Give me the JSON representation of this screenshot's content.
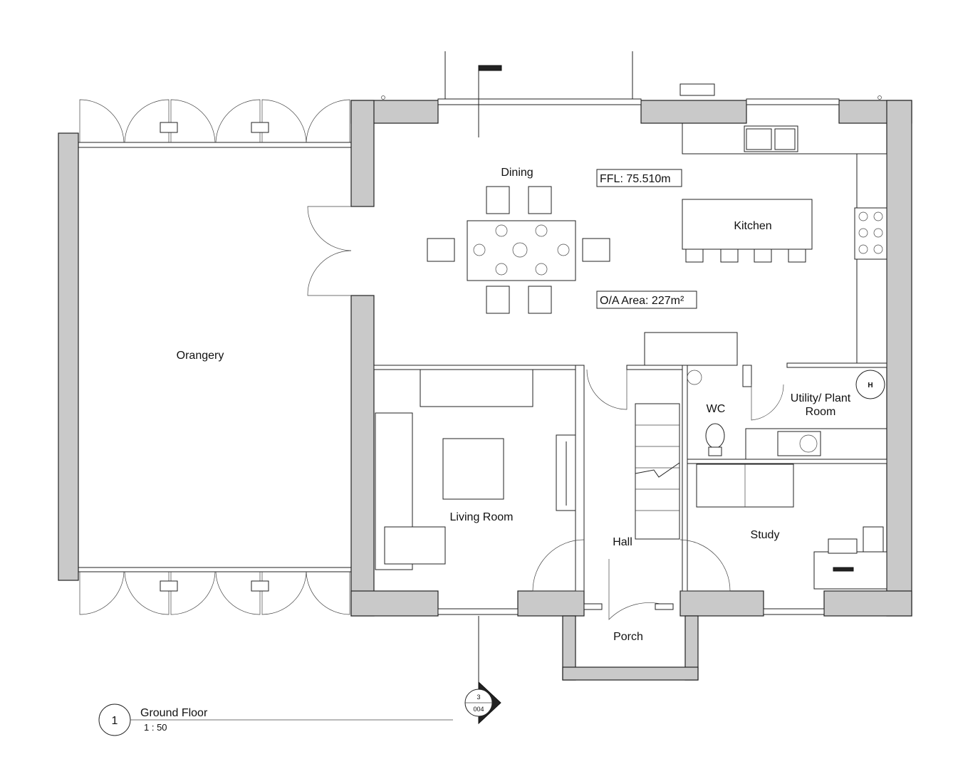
{
  "drawing": {
    "title": "Ground Floor",
    "view_number": "1",
    "scale": "1 : 50",
    "section_marker": {
      "number": "3",
      "sheet": "004"
    }
  },
  "annotations": {
    "ffl": "FFL: 75.510m",
    "area": "O/A Area: 227m²"
  },
  "rooms": {
    "orangery": "Orangery",
    "dining": "Dining",
    "kitchen": "Kitchen",
    "living": "Living Room",
    "hall": "Hall",
    "wc": "WC",
    "utility_line1": "Utility/ Plant",
    "utility_line2": "Room",
    "study": "Study",
    "porch": "Porch",
    "boiler": "H"
  },
  "colors": {
    "wall_fill": "#c9c9c9",
    "line": "#222222"
  }
}
